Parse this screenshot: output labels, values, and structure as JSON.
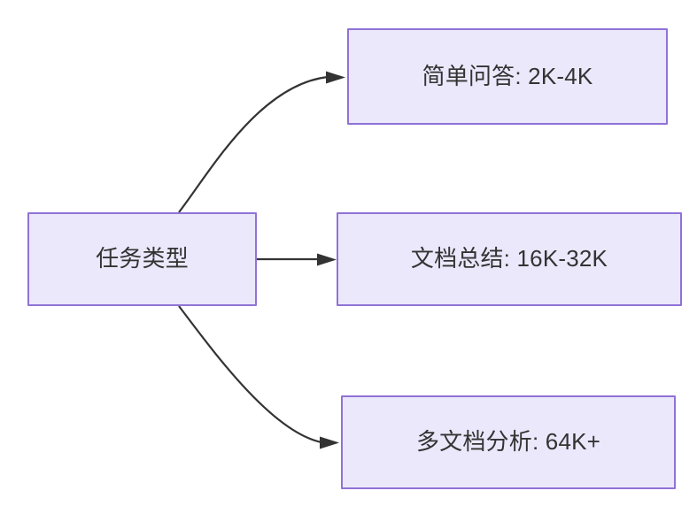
{
  "diagram": {
    "type": "flowchart",
    "direction": "left-to-right",
    "background_color": "#ffffff",
    "node_fill_color": "#ebe8fb",
    "node_border_color": "#9072d6",
    "text_color": "#333333",
    "edge_color": "#333333",
    "root": {
      "id": "task-type",
      "label": "任务类型"
    },
    "branches": [
      {
        "id": "simple-qa",
        "label": "简单问答: 2K-4K",
        "category": "简单问答",
        "range": "2K-4K",
        "edge_style": "curved"
      },
      {
        "id": "doc-summary",
        "label": "文档总结: 16K-32K",
        "category": "文档总结",
        "range": "16K-32K",
        "edge_style": "straight"
      },
      {
        "id": "multi-doc",
        "label": "多文档分析: 64K+",
        "category": "多文档分析",
        "range": "64K+",
        "edge_style": "curved"
      }
    ]
  }
}
